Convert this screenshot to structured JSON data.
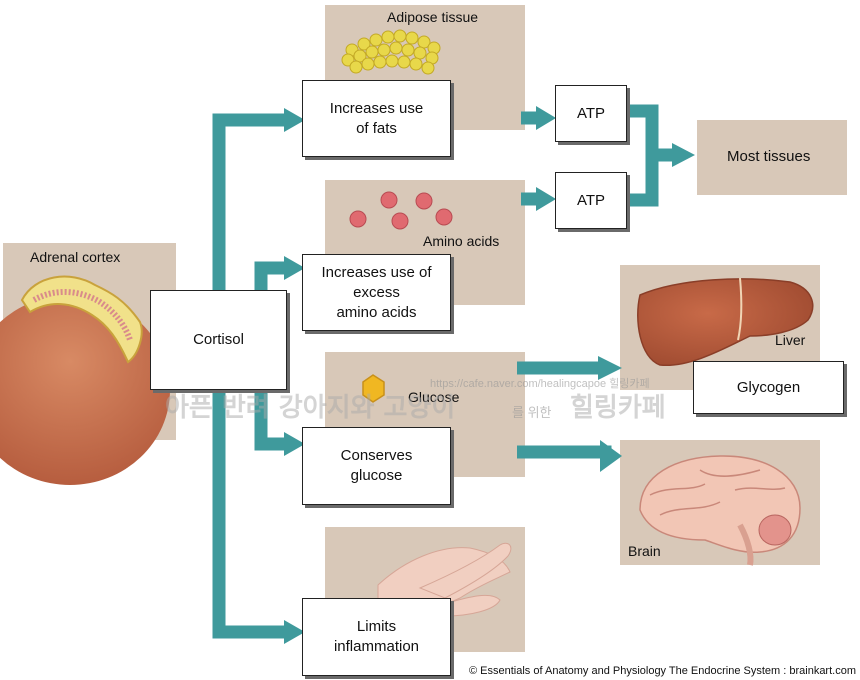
{
  "nodes": {
    "cortisol": "Cortisol",
    "fats": "Increases use\nof fats",
    "amino": "Increases use of\nexcess\namino acids",
    "glucose_conserve": "Conserves\nglucose",
    "inflammation": "Limits\ninflammation",
    "atp_top": "ATP",
    "atp_bottom": "ATP",
    "most_tissues": "Most tissues",
    "glycogen": "Glycogen"
  },
  "labels": {
    "adrenal_cortex": "Adrenal cortex",
    "adipose_tissue": "Adipose tissue",
    "amino_acids": "Amino acids",
    "glucose": "Glucose",
    "liver": "Liver",
    "brain": "Brain"
  },
  "watermark": {
    "url": "https://cafe.naver.com/healingcapoe 힐링카페",
    "text_left": "아픈 반려 강아지와 고양이",
    "text_small": "를 위한",
    "text_right": "힐링카페"
  },
  "credit": "© Essentials of Anatomy and Physiology The Endocrine System : brainkart.com",
  "colors": {
    "arrow": "#3f9a9c",
    "panel": "#d8c8b8",
    "adrenal_orange": "#c8704a",
    "fat_yellow": "#e8d84a",
    "amino_red": "#e06a70",
    "liver": "#b85a3a"
  }
}
